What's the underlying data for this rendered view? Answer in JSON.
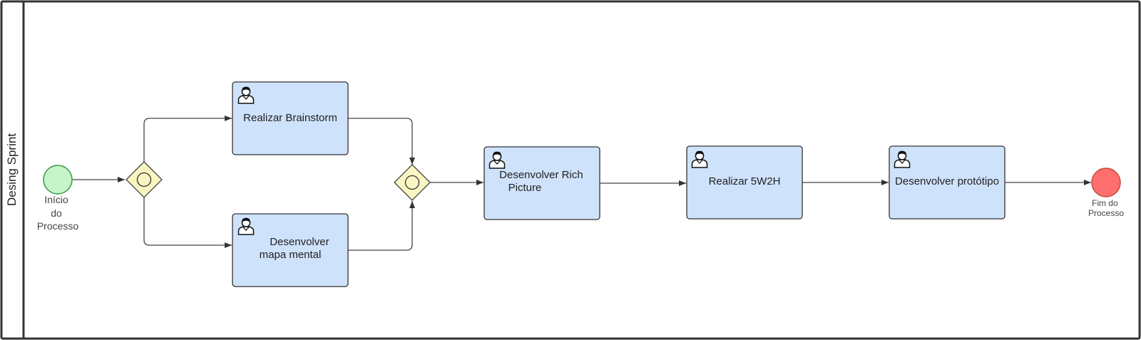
{
  "pool": {
    "lane_label": "Desing Sprint"
  },
  "start_event": {
    "label_lines": [
      "Início",
      "do",
      "Processo"
    ],
    "fill": "#c5f5c8",
    "stroke": "#3a9a48"
  },
  "end_event": {
    "label_lines": [
      "Fim do",
      "Processo"
    ],
    "fill": "#ff6f6f",
    "stroke": "#c44a3a"
  },
  "gateways": [
    {
      "type": "inclusive",
      "role": "split"
    },
    {
      "type": "inclusive",
      "role": "join"
    }
  ],
  "tasks": [
    {
      "id": "brainstorm",
      "type": "user-task",
      "label_lines": [
        "Realizar Brainstorm"
      ]
    },
    {
      "id": "mapa",
      "type": "user-task",
      "label_lines": [
        "Desenvolver",
        "mapa mental"
      ]
    },
    {
      "id": "rich",
      "type": "user-task",
      "label_lines": [
        "Desenvolver Rich",
        "Picture"
      ]
    },
    {
      "id": "w2h",
      "type": "user-task",
      "label_lines": [
        "Realizar 5W2H"
      ]
    },
    {
      "id": "prototipo",
      "type": "user-task",
      "label_lines": [
        "Desenvolver protótipo"
      ]
    }
  ],
  "colors": {
    "task_fill": "#cfe2fb",
    "task_stroke": "#333333",
    "gateway_fill": "#faf6c2",
    "gateway_stroke": "#444444",
    "flow_stroke": "#444444"
  },
  "icons": {
    "task_icon": "user-icon",
    "gateway_marker": "circle-marker"
  }
}
